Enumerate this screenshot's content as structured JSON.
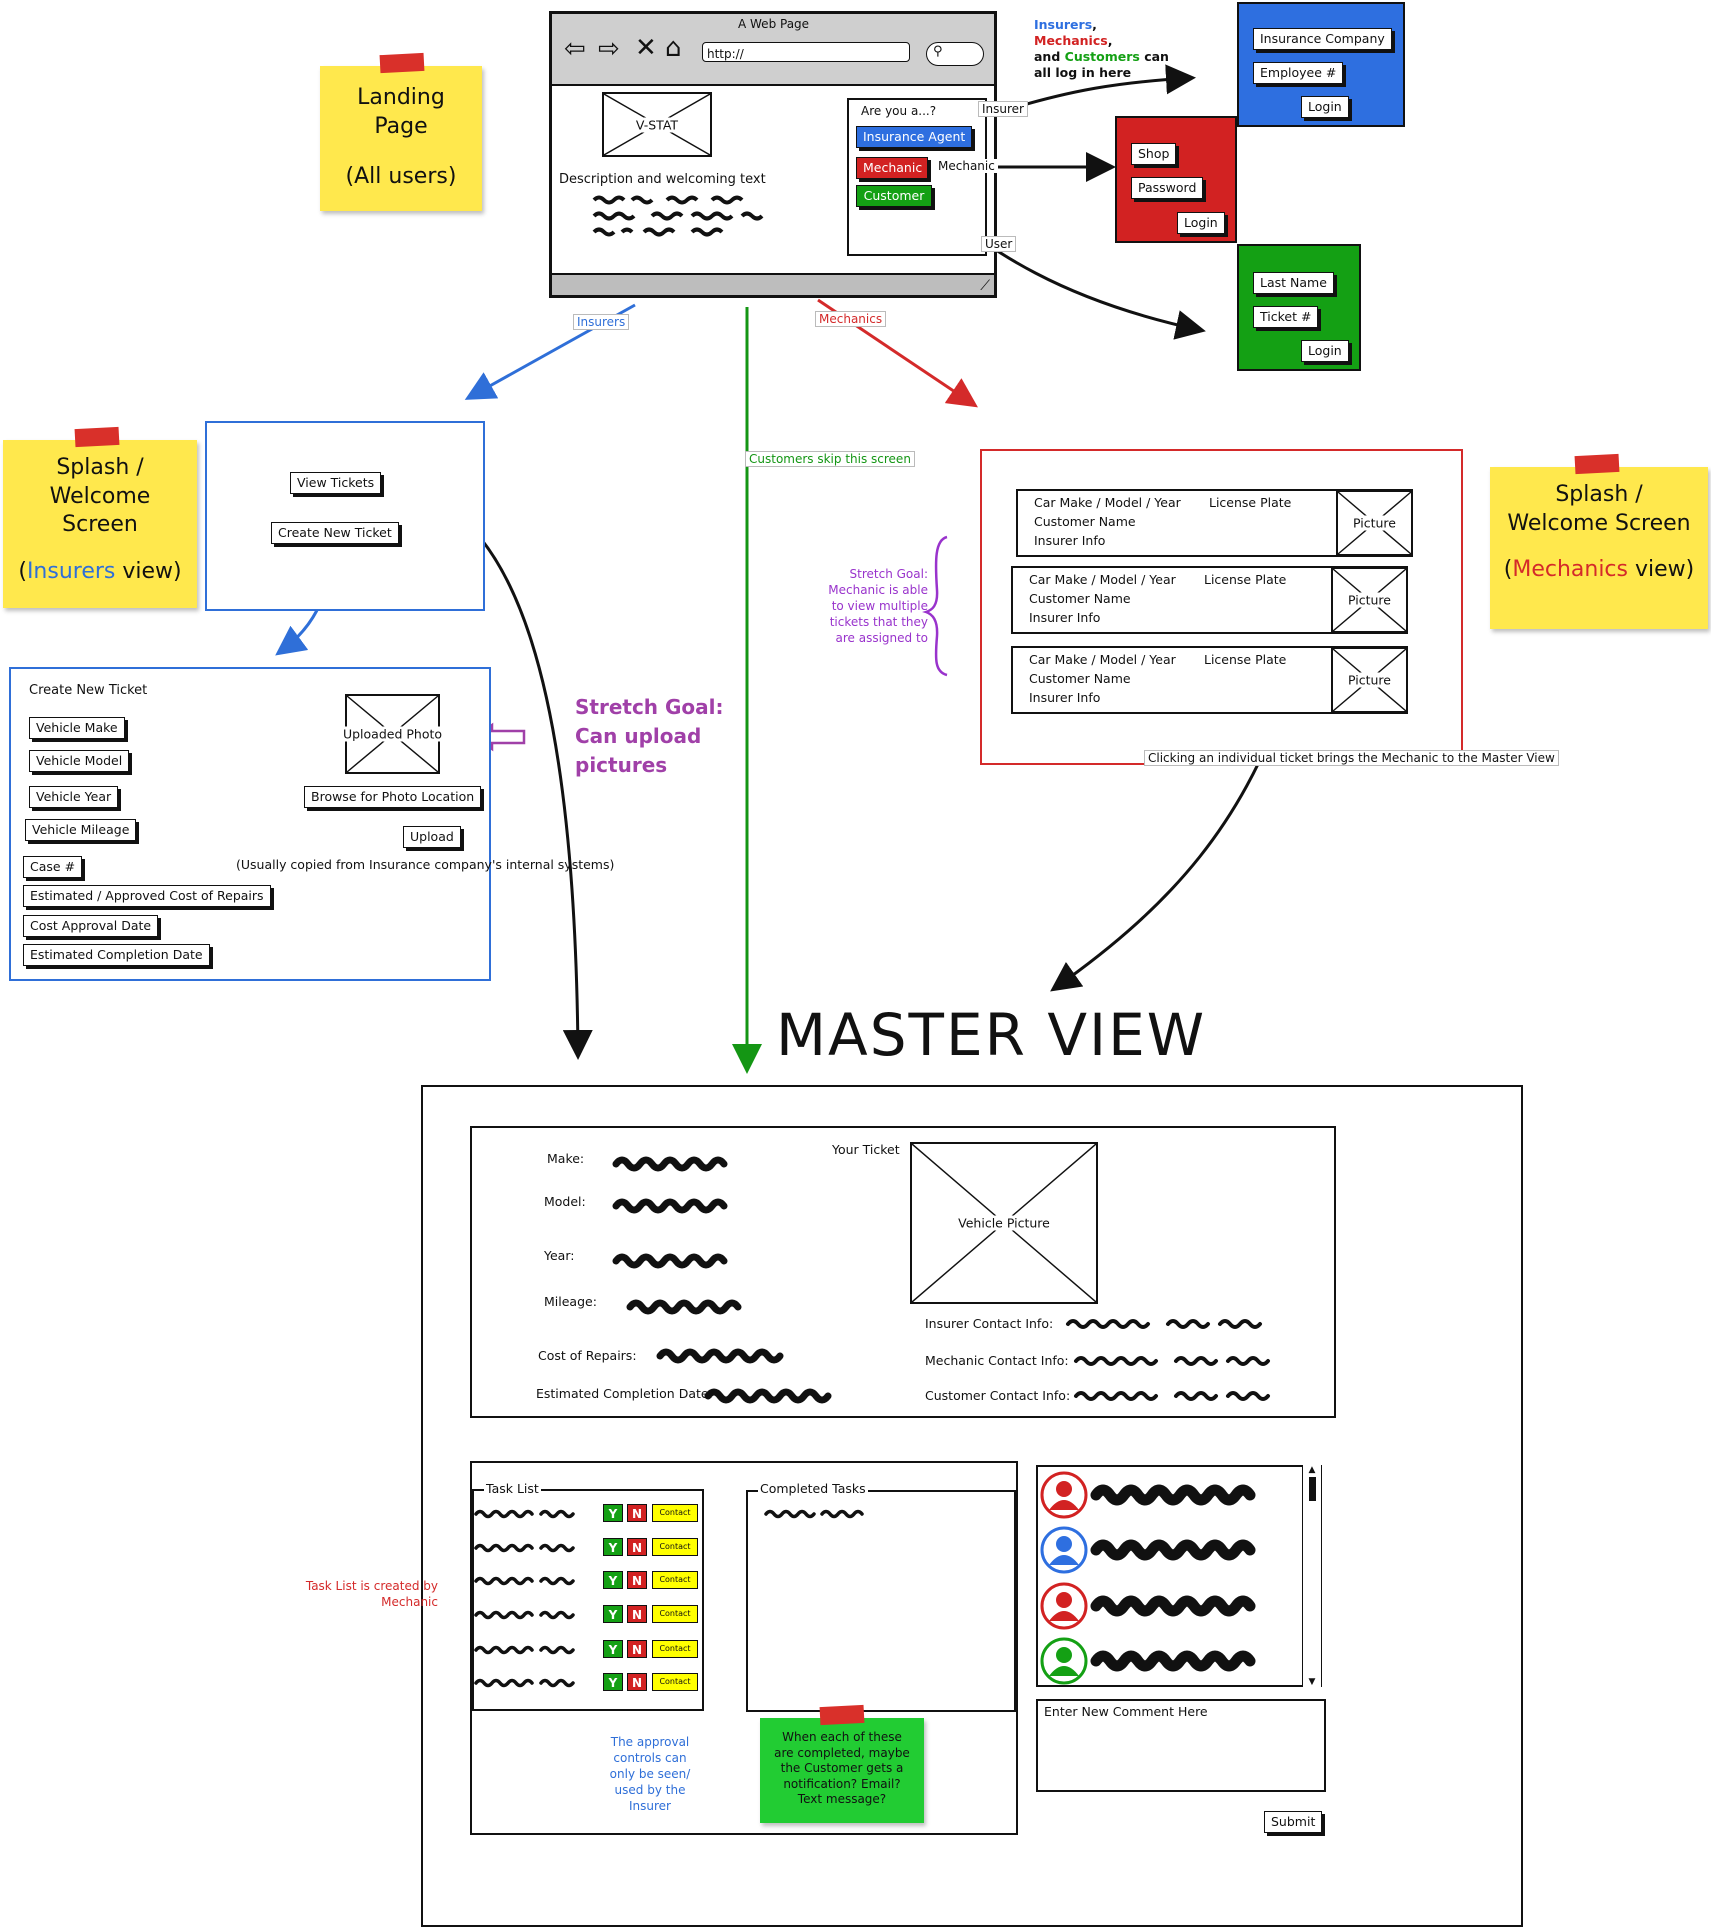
{
  "landing": {
    "sticky_title": "Landing Page",
    "sticky_sub": "(All users)",
    "browser_title": "A Web Page",
    "url": "http://",
    "logo": "V-STAT",
    "description": "Description and welcoming text",
    "prompt": "Are you a...?",
    "btn_agent": "Insurance Agent",
    "btn_mechanic": "Mechanic",
    "btn_customer": "Customer",
    "lbl_insurer": "Insurer",
    "lbl_mechanic": "Mechanic",
    "lbl_user": "User"
  },
  "login_note": {
    "insurers": "Insurers",
    "comma": ",",
    "mechanics": "Mechanics",
    "and": "and",
    "customers": "Customers",
    "can": "can",
    "rest": "all log in here"
  },
  "login_insurer": {
    "company": "Insurance Company",
    "employee": "Employee #",
    "login": "Login"
  },
  "login_mechanic": {
    "shop": "Shop",
    "password": "Password",
    "login": "Login"
  },
  "login_customer": {
    "last_name": "Last Name",
    "ticket": "Ticket #",
    "login": "Login"
  },
  "flow": {
    "insurers": "Insurers",
    "mechanics": "Mechanics",
    "customers_skip": "Customers skip this screen",
    "clicking": "Clicking an individual ticket brings the Mechanic to the Master View"
  },
  "insurer_splash": {
    "sticky_line1": "Splash /",
    "sticky_line2": "Welcome",
    "sticky_line3": "Screen",
    "sticky_view_word": "Insurers",
    "sticky_view_rest": "view)",
    "view_tickets": "View Tickets",
    "create_ticket": "Create New Ticket"
  },
  "create_ticket": {
    "title": "Create New Ticket",
    "fields": [
      "Vehicle Make",
      "Vehicle Model",
      "Vehicle Year",
      "Vehicle Mileage",
      "Case #",
      "Estimated / Approved Cost of Repairs",
      "Cost Approval Date",
      "Estimated Completion Date"
    ],
    "photo": "Uploaded Photo",
    "browse": "Browse for Photo Location",
    "upload": "Upload",
    "copied_note": "(Usually copied from Insurance company's internal systems)"
  },
  "stretch_upload": {
    "line1": "Stretch Goal:",
    "line2": "Can upload",
    "line3": "pictures"
  },
  "mechanic_splash": {
    "sticky_line1": "Splash /",
    "sticky_line2": "Welcome Screen",
    "sticky_view_word": "Mechanics",
    "sticky_view_rest": "view)",
    "tickets": [
      {
        "make": "Car Make / Model / Year",
        "plate": "License Plate",
        "name": "Customer Name",
        "insurer": "Insurer Info",
        "picture": "Picture"
      },
      {
        "make": "Car Make / Model / Year",
        "plate": "License Plate",
        "name": "Customer Name",
        "insurer": "Insurer Info",
        "picture": "Picture"
      },
      {
        "make": "Car Make / Model / Year",
        "plate": "License Plate",
        "name": "Customer Name",
        "insurer": "Insurer Info",
        "picture": "Picture"
      }
    ],
    "stretch_lines": [
      "Stretch Goal:",
      "Mechanic is able",
      "to view multiple",
      "tickets that they",
      "are assigned to"
    ]
  },
  "master": {
    "title": "MASTER VIEW",
    "make": "Make:",
    "model": "Model:",
    "year": "Year:",
    "mileage": "Mileage:",
    "cost": "Cost of Repairs:",
    "completion": "Estimated Completion Date:",
    "your_ticket": "Your Ticket",
    "vehicle_picture": "Vehicle Picture",
    "insurer_contact": "Insurer Contact Info:",
    "mechanic_contact": "Mechanic Contact Info:",
    "customer_contact": "Customer Contact Info:",
    "task_list": "Task List",
    "completed_tasks": "Completed Tasks",
    "yes": "Y",
    "no": "N",
    "contact": "Contact",
    "task_note_lines": [
      "Task List is created by",
      "Mechanic"
    ],
    "approval_lines": [
      "The approval",
      "controls can",
      "only be seen/",
      "used by the",
      "Insurer"
    ],
    "notify_lines": [
      "When each of these",
      "are completed, maybe",
      "the Customer gets a",
      "notification? Email?",
      "Text message?"
    ],
    "comment_placeholder": "Enter New Comment Here",
    "submit": "Submit"
  },
  "colors": {
    "insurer_blue": "#2f6fd8",
    "mechanic_red": "#d42a2a",
    "customer_green": "#149614",
    "login_blue": "#2e6fe0",
    "login_red": "#d22222",
    "login_green": "#14a014",
    "sticky_yellow": "#ffe84d",
    "stretch_purple": "#a040a8",
    "stretch_violet": "#9933cc"
  }
}
